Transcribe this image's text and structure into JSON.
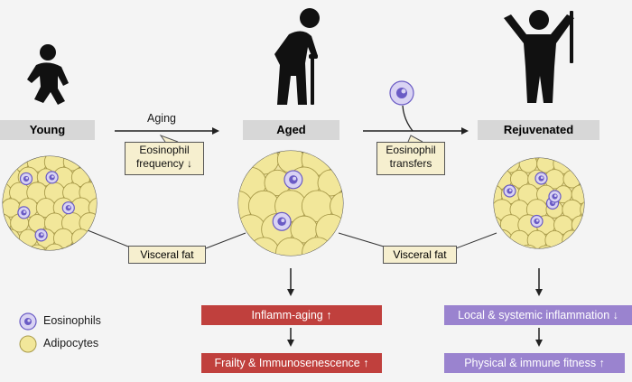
{
  "stages": {
    "young": "Young",
    "aged": "Aged",
    "rejuvenated": "Rejuvenated"
  },
  "arrows": {
    "aging_label": "Aging"
  },
  "callouts": {
    "eos_frequency_line1": "Eosinophil",
    "eos_frequency_line2": "frequency ↓",
    "eos_transfer_line1": "Eosinophil",
    "eos_transfer_line2": "transfers"
  },
  "fat_labels": {
    "left": "Visceral fat",
    "right": "Visceral fat"
  },
  "outcomes": {
    "aged_1": "Inflamm-aging ↑",
    "aged_2": "Frailty & Immunosenescence ↑",
    "rejuv_1": "Local & systemic inflammation ↓",
    "rejuv_2": "Physical & immune fitness ↑"
  },
  "legend": {
    "eosinophils": "Eosinophils",
    "adipocytes": "Adipocytes"
  },
  "colors": {
    "background": "#f4f4f4",
    "adipocyte_fill": "#f2e79a",
    "adipocyte_stroke": "#a89a4a",
    "eosinophil_outer": "#d9d3f3",
    "eosinophil_nucleus": "#6a5bc5",
    "aged_bar": "#c0403d",
    "rejuv_bar": "#9a83cf",
    "stage_box": "#d7d7d7",
    "callout_fill": "#f6efcf"
  },
  "icons": [
    "child-silhouette-icon",
    "elderly-with-cane-icon",
    "arms-raised-person-icon",
    "eosinophil-cell-icon"
  ]
}
